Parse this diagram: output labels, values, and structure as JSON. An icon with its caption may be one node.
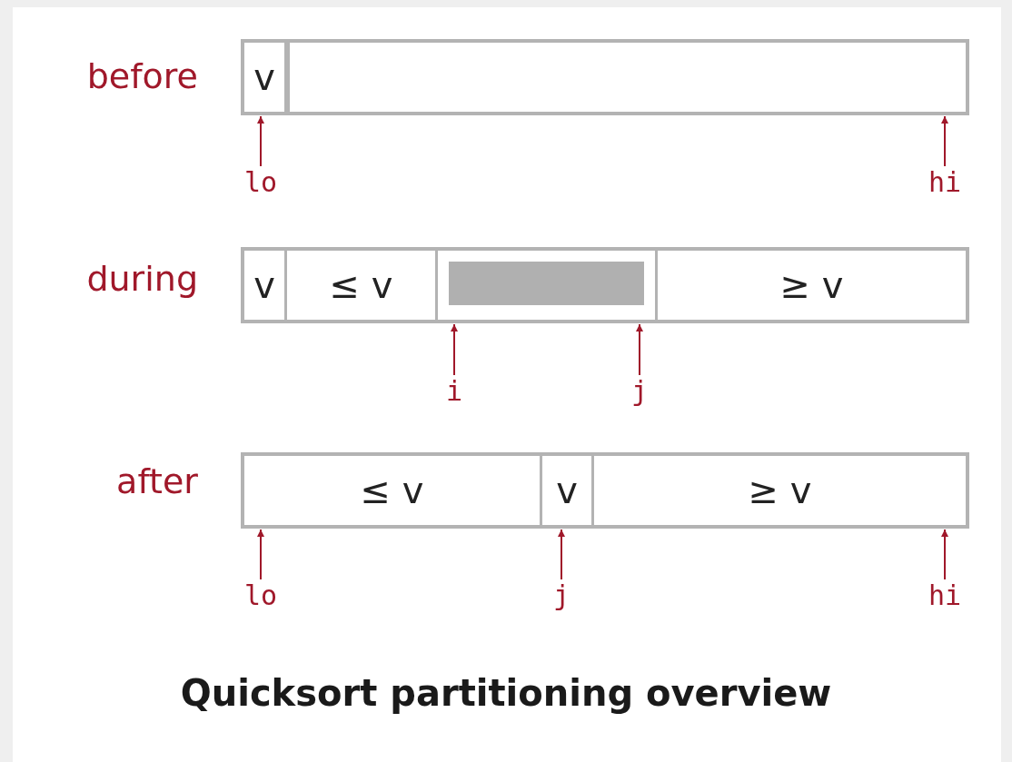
{
  "diagram": {
    "caption": "Quicksort partitioning overview",
    "nodes": [
      {
        "text": [],
        "shape": "box",
        "beside": [
          "before"
        ]
      },
      {
        "text": [
          "v"
        ],
        "in": 0
      },
      {
        "text": [],
        "shape": "box",
        "in": 0
      },
      {
        "text": [
          "lo"
        ]
      },
      {
        "text": [
          "hi"
        ]
      },
      {
        "text": [],
        "shape": "box",
        "beside": [
          "during"
        ]
      },
      {
        "text": [
          "v"
        ],
        "in": 5
      },
      {
        "text": [
          "≤ v"
        ],
        "in": 5
      },
      {
        "text": [],
        "shape": "box",
        "in": 5
      },
      {
        "text": [
          "≥ v"
        ],
        "in": 5
      },
      {
        "text": [
          "i"
        ]
      },
      {
        "text": [
          "j"
        ]
      },
      {
        "text": [],
        "shape": "box",
        "beside": [
          "after"
        ]
      },
      {
        "text": [
          "≤ v"
        ],
        "in": 12
      },
      {
        "text": [
          "v"
        ],
        "in": 12
      },
      {
        "text": [
          "≥ v"
        ],
        "in": 12
      },
      {
        "text": [
          "lo"
        ]
      },
      {
        "text": [
          "j"
        ]
      },
      {
        "text": [
          "hi"
        ]
      },
      {
        "text": [],
        "shape": "bar",
        "in": 8
      }
    ],
    "edges": [
      {
        "from": 3,
        "to": 1,
        "arrow": "to"
      },
      {
        "from": 4,
        "to": 2,
        "arrow": "to"
      },
      {
        "from": 10,
        "to": 8,
        "arrow": "to"
      },
      {
        "from": 11,
        "to": 8,
        "arrow": "to"
      },
      {
        "from": 16,
        "to": 13,
        "arrow": "to"
      },
      {
        "from": 17,
        "to": 14,
        "arrow": "to"
      },
      {
        "from": 18,
        "to": 15,
        "arrow": "to"
      }
    ]
  }
}
